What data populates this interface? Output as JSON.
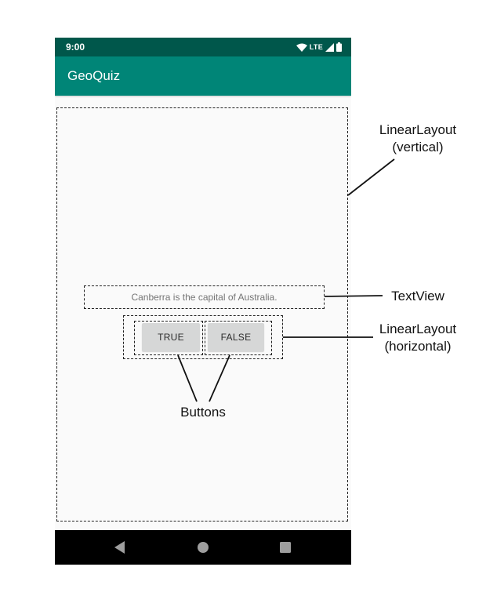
{
  "status_bar": {
    "time": "9:00",
    "network": "LTE",
    "icons": [
      "wifi-icon",
      "cell-signal-icon",
      "battery-icon"
    ],
    "color": "#00574b"
  },
  "app_bar": {
    "title": "GeoQuiz",
    "color": "#008577"
  },
  "content": {
    "question": "Canberra is the capital of Australia.",
    "true_button": "TRUE",
    "false_button": "FALSE"
  },
  "nav_bar": {
    "icons": [
      "back-icon",
      "home-icon",
      "recents-icon"
    ]
  },
  "annotations": {
    "vertical_layout_line1": "LinearLayout",
    "vertical_layout_line2": "(vertical)",
    "textview": "TextView",
    "horizontal_layout_line1": "LinearLayout",
    "horizontal_layout_line2": "(horizontal)",
    "buttons": "Buttons"
  }
}
